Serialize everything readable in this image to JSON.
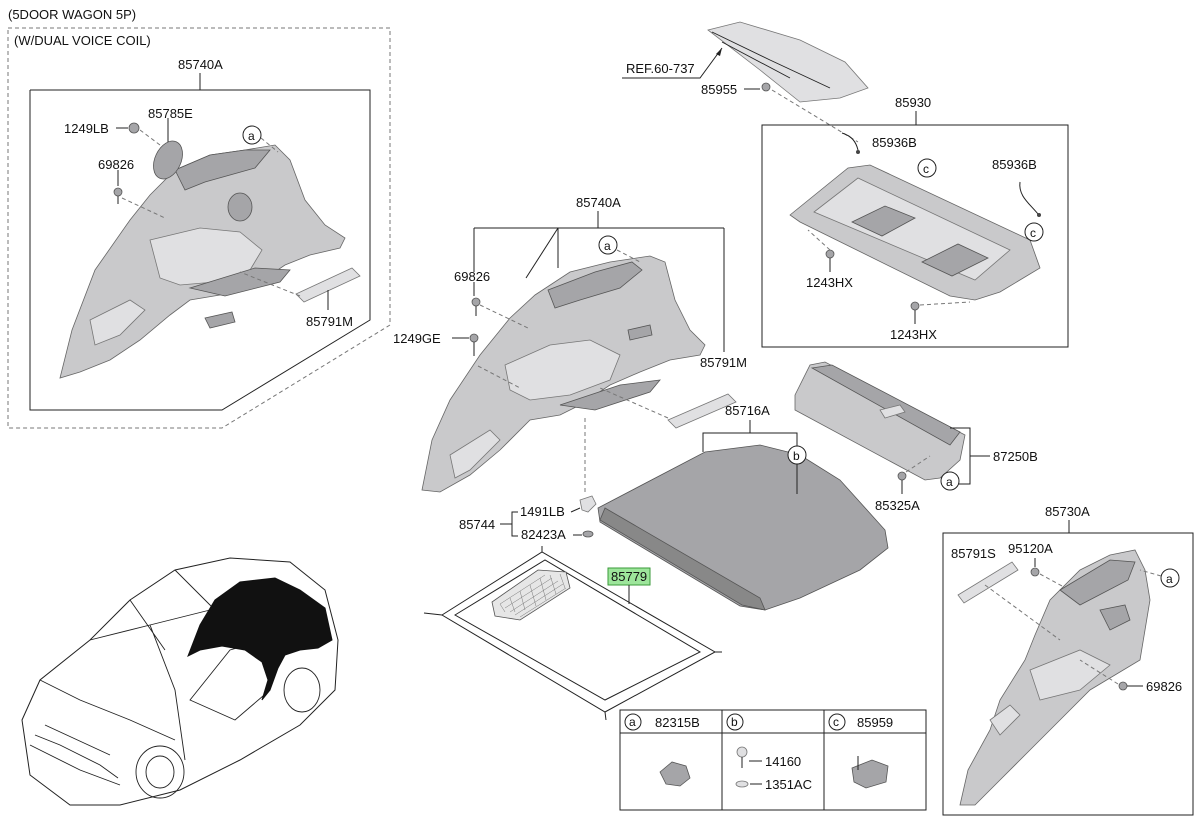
{
  "variant": {
    "body_type": "(5DOOR WAGON 5P)",
    "option": "(W/DUAL VOICE COIL)"
  },
  "callouts": {
    "left_group": {
      "assembly": "85740A",
      "parts": [
        "1249LB",
        "85785E",
        "69826",
        "85791M"
      ],
      "ref": "a"
    },
    "center_group": {
      "assembly": "85740A",
      "parts": [
        "69826",
        "1249GE",
        "85791M"
      ],
      "ref": "a"
    },
    "shelf_group": {
      "ref_note": "REF.60-737",
      "bolt": "85955",
      "assembly": "85930",
      "parts": [
        "85936B",
        "85936B",
        "1243HX",
        "1243HX"
      ],
      "ref": "c"
    },
    "floor_group": {
      "assembly": "85716A",
      "ref": "b"
    },
    "sill_group": {
      "assembly": "87250B",
      "bolt": "85325A",
      "ref": "a"
    },
    "misc": {
      "assembly": "85744",
      "parts": [
        "1491LB",
        "82423A"
      ]
    },
    "net": {
      "part": "85779",
      "highlighted": true
    },
    "right_group": {
      "assembly": "85730A",
      "parts": [
        "85791S",
        "95120A",
        "69826"
      ],
      "ref": "a"
    }
  },
  "legend": {
    "columns": [
      {
        "ref": "a",
        "part": "82315B",
        "items": []
      },
      {
        "ref": "b",
        "part": "",
        "items": [
          "14160",
          "1351AC"
        ]
      },
      {
        "ref": "c",
        "part": "85959",
        "items": []
      }
    ]
  },
  "colors": {
    "highlight": "#9de59b",
    "part_fill": "#c9c9cb",
    "line": "#222222"
  }
}
